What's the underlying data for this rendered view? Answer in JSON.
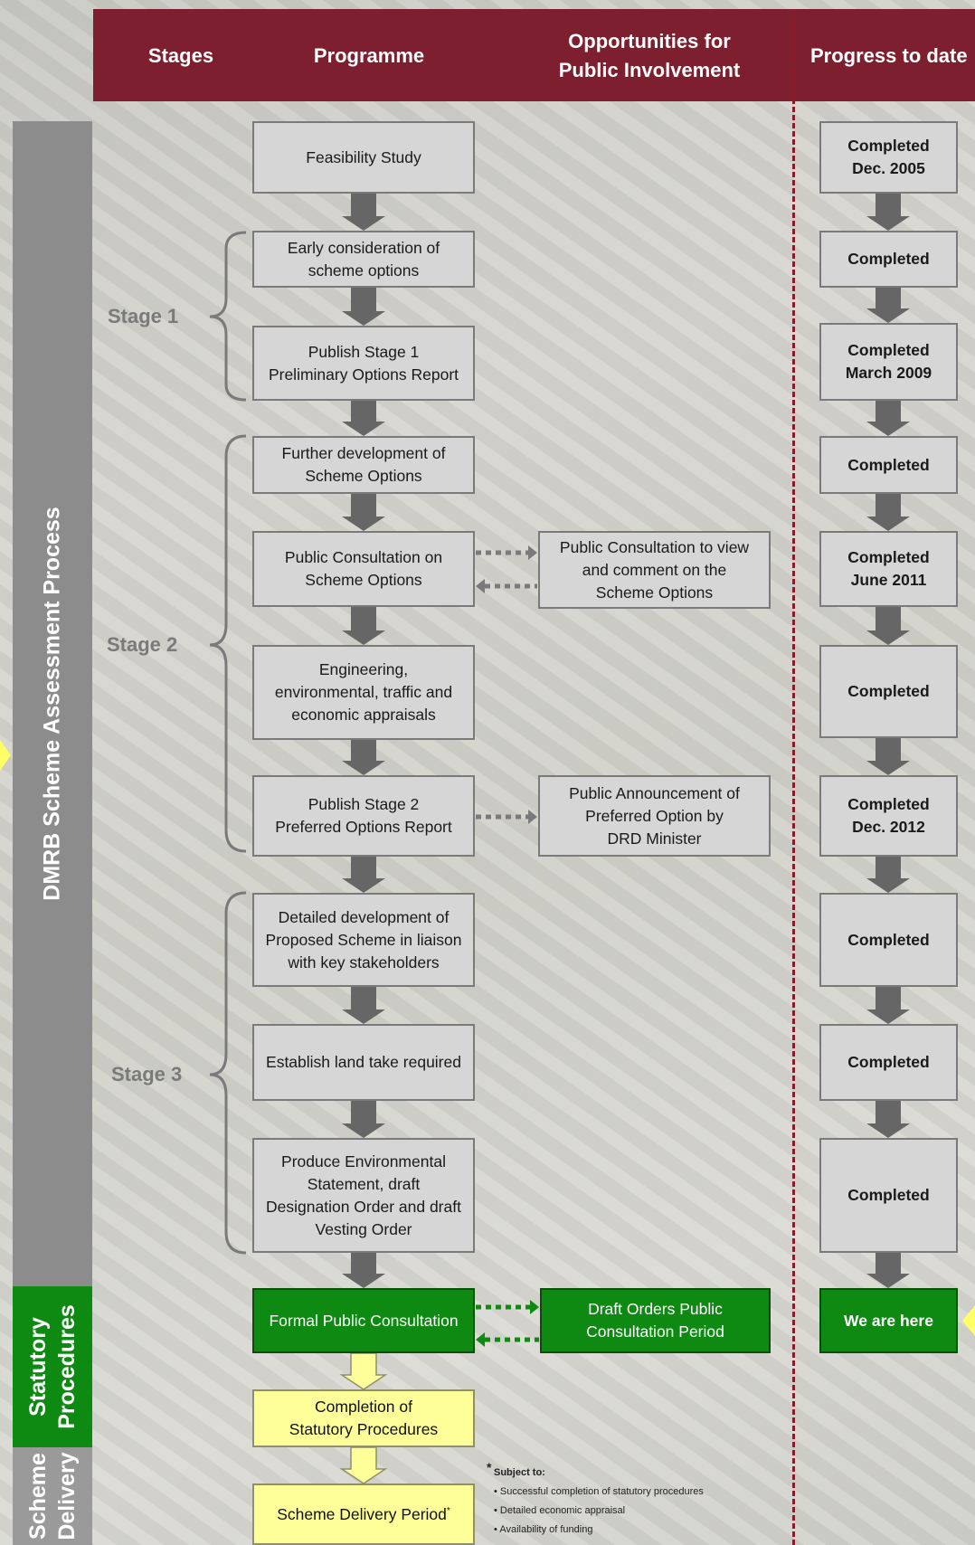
{
  "header": {
    "col_stages": "Stages",
    "col_programme": "Programme",
    "col_opportunities": "Opportunities for\nPublic Involvement",
    "col_progress": "Progress to date"
  },
  "sidebars": {
    "dmrb": "DMRB Scheme Assessment Process",
    "statutory": "Statutory\nProcedures",
    "delivery": "Scheme\nDelivery"
  },
  "stages": {
    "stage1": "Stage 1",
    "stage2": "Stage 2",
    "stage3": "Stage 3"
  },
  "programme": [
    "Feasibility Study",
    "Early consideration of\nscheme options",
    "Publish Stage 1\nPreliminary Options Report",
    "Further development of\nScheme Options",
    "Public Consultation on\nScheme Options",
    "Engineering,\nenvironmental, traffic and\neconomic appraisals",
    "Publish Stage 2\nPreferred Options Report",
    "Detailed development of\nProposed Scheme in liaison\nwith key stakeholders",
    "Establish land take required",
    "Produce Environmental\nStatement, draft\nDesignation Order and draft\nVesting Order",
    "Formal Public Consultation",
    "Completion of\nStatutory Procedures",
    "Scheme Delivery Period"
  ],
  "scheme_delivery_star": "*",
  "opportunities": [
    "Public Consultation to view\nand comment on the\nScheme Options",
    "Public Announcement of\nPreferred Option by\nDRD Minister",
    "Draft Orders Public\nConsultation Period"
  ],
  "progress": [
    "Completed\nDec. 2005",
    "Completed",
    "Completed\nMarch 2009",
    "Completed",
    "Completed\nJune 2011",
    "Completed",
    "Completed\nDec. 2012",
    "Completed",
    "Completed",
    "Completed",
    "We are here"
  ],
  "footnote": {
    "star": "*",
    "title": "Subject to:",
    "items": [
      "Successful completion of statutory procedures",
      "Detailed economic appraisal",
      "Availability of funding"
    ]
  },
  "colors": {
    "header": "#7d1f2e",
    "sidebar_grey": "#8c8c8c",
    "green": "#0e8a13",
    "yellow": "#ffff99",
    "box_grey": "#d6d6d6",
    "arrow_grey": "#666666",
    "divider": "#8b1a2b"
  }
}
